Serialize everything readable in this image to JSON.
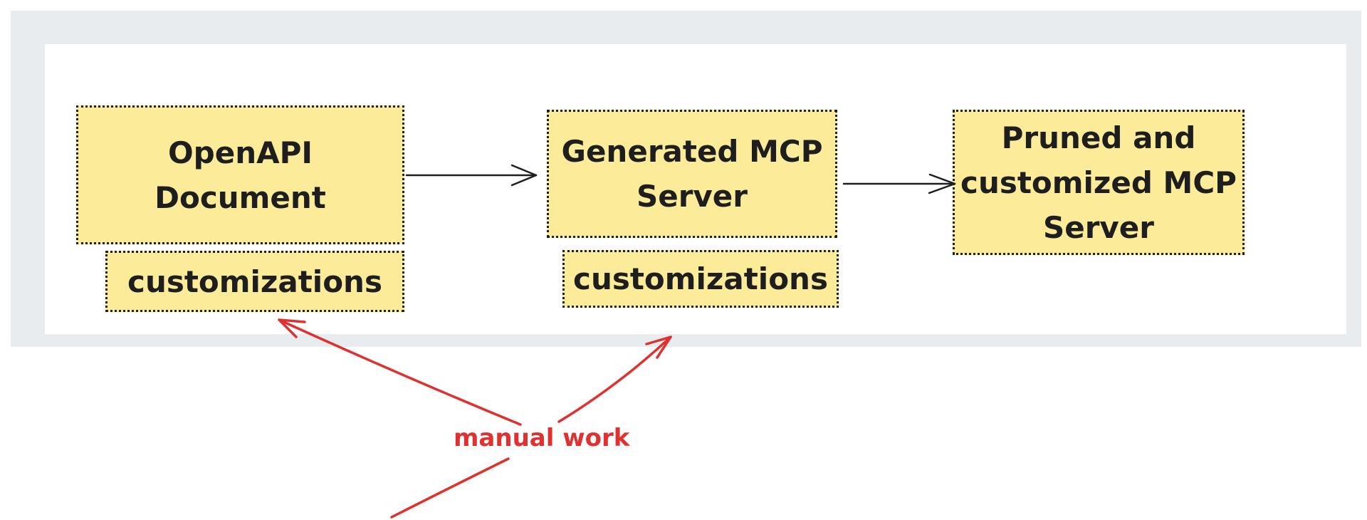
{
  "nodes": {
    "openapi_document": {
      "label": "OpenAPI\nDocument"
    },
    "customizations_left": {
      "label": "customizations"
    },
    "generated_mcp_server": {
      "label": "Generated MCP\nServer"
    },
    "customizations_middle": {
      "label": "customizations"
    },
    "pruned_mcp_server": {
      "label": "Pruned and\ncustomized MCP\nServer"
    }
  },
  "annotations": {
    "manual_work_label": "manual work"
  },
  "colors": {
    "node_fill": "#fceb98",
    "stroke": "#1e1e1e",
    "frame": "#e9ecef",
    "annotation_red": "#e03131",
    "canvas": "#ffffff"
  }
}
